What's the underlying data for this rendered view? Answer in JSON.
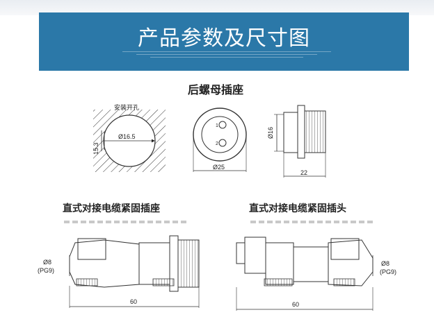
{
  "banner": {
    "title": "产品参数及尺寸图"
  },
  "section_title": "后螺母插座",
  "panel_hole": {
    "label": "安装开孔",
    "diameter": "Ø16.5",
    "flat": "15.3"
  },
  "panel_front": {
    "pin1": "1",
    "pin2": "2",
    "diameter": "Ø25"
  },
  "panel_side": {
    "diameter": "Ø16",
    "length": "22"
  },
  "left_product": {
    "title": "直式对接电缆紧固插座",
    "cable_dia": "Ø8",
    "cable_gland": "(PG9)",
    "length": "60"
  },
  "right_product": {
    "title": "直式对接电缆紧固插头",
    "cable_dia": "Ø8",
    "cable_gland": "(PG9)",
    "length": "60"
  },
  "colors": {
    "banner": "#2b78a8",
    "line": "#333333"
  }
}
